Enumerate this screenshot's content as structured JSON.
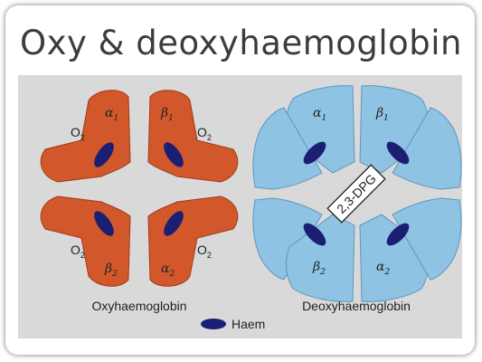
{
  "title": "Oxy & deoxyhaemoglobin",
  "colors": {
    "oxy": "#d2572b",
    "oxy_stroke": "#9e3a19",
    "deoxy": "#8fc3e3",
    "deoxy_stroke": "#5d96bd",
    "haem": "#1a1f74",
    "background": "#d9d9d9"
  },
  "oxy": {
    "caption": "Oxyhaemoglobin",
    "subunits": [
      {
        "greek": "α",
        "sub": "1"
      },
      {
        "greek": "β",
        "sub": "1"
      },
      {
        "greek": "β",
        "sub": "2"
      },
      {
        "greek": "α",
        "sub": "2"
      }
    ],
    "o2_label": "O",
    "o2_sub": "2"
  },
  "deoxy": {
    "caption": "Deoxyhaemoglobin",
    "subunits": [
      {
        "greek": "α",
        "sub": "1"
      },
      {
        "greek": "β",
        "sub": "1"
      },
      {
        "greek": "β",
        "sub": "2"
      },
      {
        "greek": "α",
        "sub": "2"
      }
    ],
    "dpg_label": "2,3-DPG"
  },
  "legend": {
    "haem_label": "Haem"
  }
}
